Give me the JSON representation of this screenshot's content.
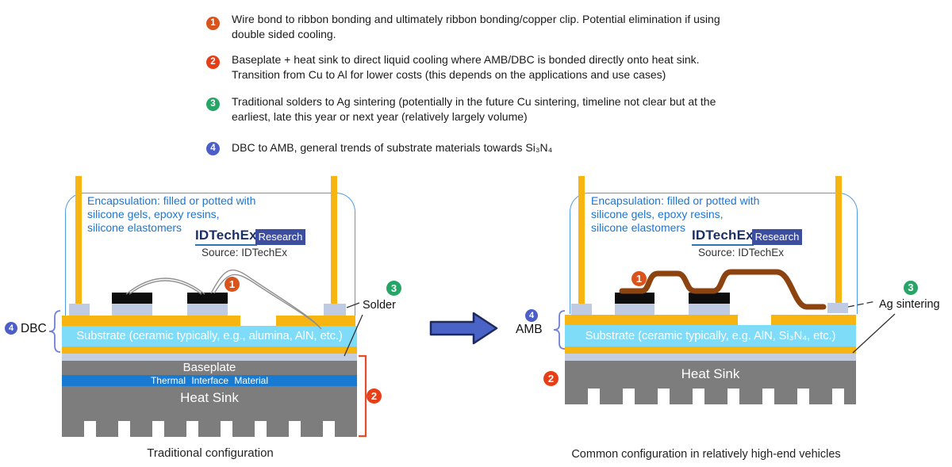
{
  "colors": {
    "copper_yellow": "#F7B512",
    "substrate_cyan": "#7EDCF9",
    "tim_blue": "#187BD1",
    "metal_gray": "#7D7D7D",
    "solder_gray": "#C5CDE0",
    "solder_pad_gray": "#BFCAE3",
    "chip_black": "#0D0D0D",
    "ribbon_brown": "#8C4310",
    "wire_gray": "#909090",
    "encap_outline_blue": "#4E9CE8",
    "encap_text_blue": "#1C75D2",
    "badge_1_orange": "#D9531C",
    "badge_2_red": "#E73E17",
    "badge_3_green": "#27A567",
    "badge_4_blue": "#4C5FC9",
    "arrow_blue": "#4A63C6",
    "arrow_outline": "#1E2A5C",
    "logo_navy": "#1B2F67",
    "logo_underline": "#2E75B6",
    "logo_badge_bg": "#3D4EA1",
    "brace_blue": "#7080D8",
    "bracket_red": "#E74C2A",
    "label_line_gray": "#333333"
  },
  "legend": {
    "items": [
      {
        "number": "1",
        "lines": [
          "Wire bond to ribbon bonding and ultimately ribbon bonding/copper clip. Potential elimination if using",
          "double sided cooling."
        ]
      },
      {
        "number": "2",
        "lines": [
          "Baseplate + heat sink to direct liquid cooling where AMB/DBC is bonded directly onto heat sink.",
          "Transition from Cu to Al for lower costs (this depends on the applications and use cases)"
        ]
      },
      {
        "number": "3",
        "lines": [
          "Traditional solders to Ag sintering (potentially in the future Cu sintering, timeline not clear but at the",
          "earliest, late this year or next year (relatively largely volume)"
        ]
      },
      {
        "number": "4",
        "lines": [
          "DBC to AMB, general trends of substrate materials towards Si₃N₄"
        ]
      }
    ]
  },
  "left_diagram": {
    "encapsulation_lines": [
      "Encapsulation: filled or potted with",
      "silicone gels, epoxy resins,",
      "silicone elastomers"
    ],
    "logo": {
      "brand": "IDTechEx",
      "badge": "Research",
      "source": "Source: IDTechEx"
    },
    "badges": {
      "wire_bond": "1",
      "cooling": "2",
      "solder": "3",
      "dbc": "4"
    },
    "labels": {
      "dbc": "DBC",
      "solder": "Solder"
    },
    "layers": {
      "substrate": "Substrate (ceramic typically, e.g., alumina, AlN, etc.)",
      "baseplate": "Baseplate",
      "tim": "Thermal  Interface  Material",
      "heat_sink": "Heat Sink"
    },
    "caption": "Traditional configuration"
  },
  "right_diagram": {
    "encapsulation_lines": [
      "Encapsulation: filled or potted with",
      "silicone gels, epoxy resins,",
      "silicone elastomers"
    ],
    "logo": {
      "brand": "IDTechEx",
      "badge": "Research",
      "source": "Source: IDTechEx"
    },
    "badges": {
      "ribbon": "1",
      "cooling": "2",
      "sinter": "3",
      "amb": "4"
    },
    "labels": {
      "amb": "AMB",
      "ag_sintering": "Ag sintering"
    },
    "layers": {
      "substrate": "Substrate (ceramic typically, e.g. AlN, Si₃N₄, etc.)",
      "heat_sink": "Heat Sink"
    },
    "caption": "Common configuration in relatively high-end vehicles"
  }
}
